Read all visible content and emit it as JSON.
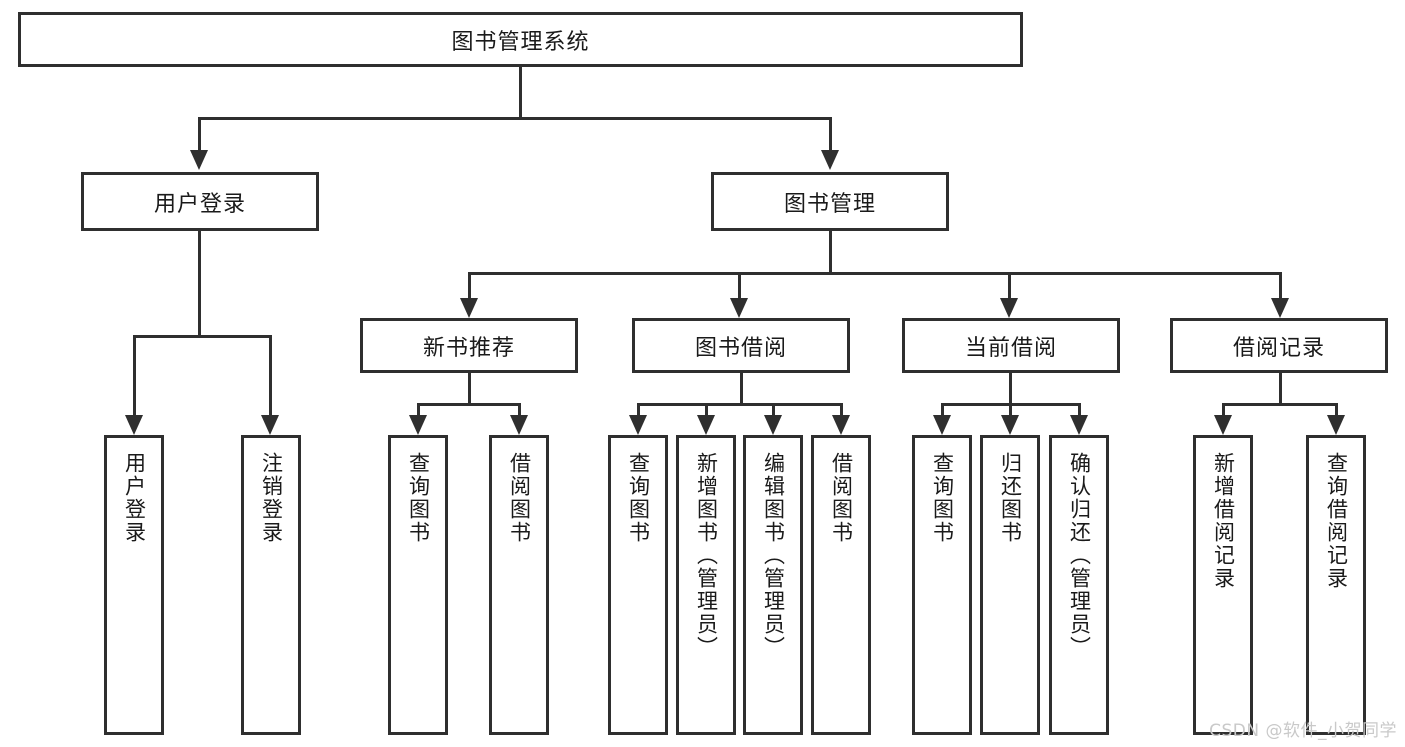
{
  "diagram": {
    "title": "图书管理系统",
    "type": "hierarchy-tree",
    "root": {
      "label": "图书管理系统"
    },
    "level2": [
      {
        "label": "用户登录"
      },
      {
        "label": "图书管理"
      }
    ],
    "level3": [
      {
        "label": "新书推荐"
      },
      {
        "label": "图书借阅"
      },
      {
        "label": "当前借阅"
      },
      {
        "label": "借阅记录"
      }
    ],
    "leaves": [
      {
        "label": "用户登录"
      },
      {
        "label": "注销登录"
      },
      {
        "label": "查询图书"
      },
      {
        "label": "借阅图书"
      },
      {
        "label": "查询图书"
      },
      {
        "label": "新增图书（管理员）"
      },
      {
        "label": "编辑图书（管理员）"
      },
      {
        "label": "借阅图书"
      },
      {
        "label": "查询图书"
      },
      {
        "label": "归还图书"
      },
      {
        "label": "确认归还（管理员）"
      },
      {
        "label": "新增借阅记录"
      },
      {
        "label": "查询借阅记录"
      }
    ]
  },
  "watermark": {
    "text": "CSDN @软件_小贺同学"
  },
  "colors": {
    "line": "#2f2f2f",
    "text": "#1a1a1a",
    "background": "#ffffff",
    "watermark": "#c9c9c9"
  }
}
